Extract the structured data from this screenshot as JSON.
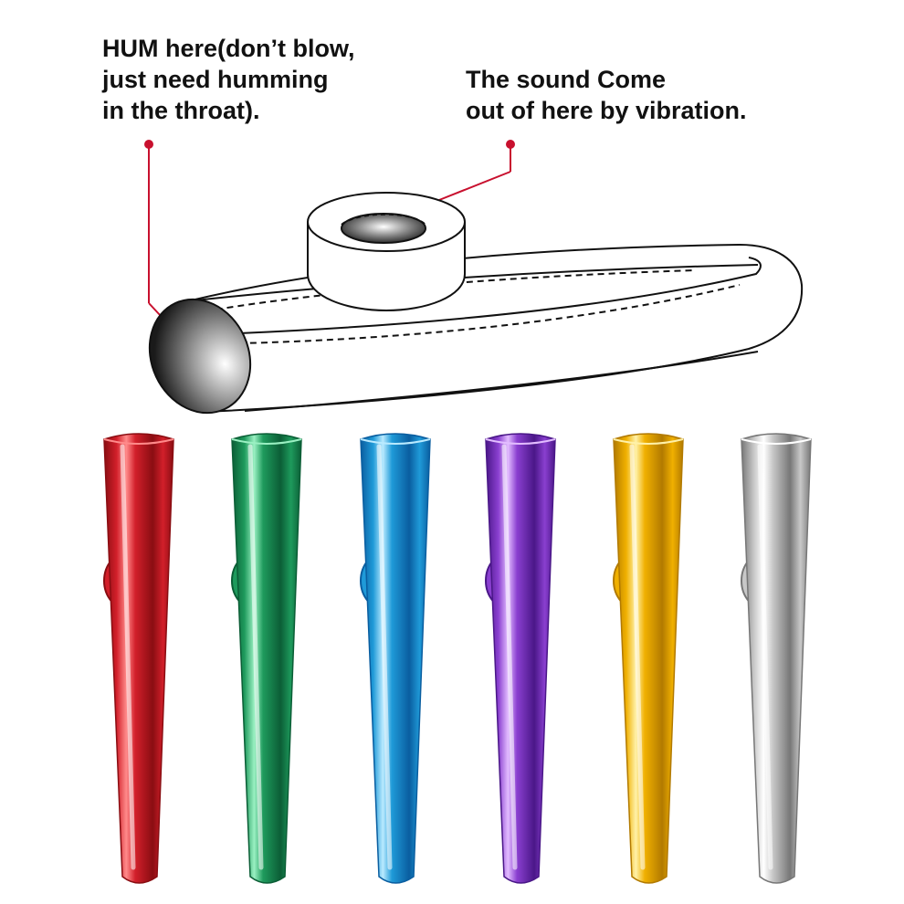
{
  "annotations": {
    "hum": {
      "lines": [
        "HUM here(don’t blow,",
        "just need humming",
        "in the throat)."
      ]
    },
    "sound": {
      "lines": [
        "The sound Come",
        "out of here by vibration."
      ]
    }
  },
  "diagram": {
    "subject": "kazoo-outline",
    "leader_color": "#c8102e"
  },
  "kazoos": [
    {
      "name": "red",
      "base": "#8a0d12",
      "mid": "#d21f2a",
      "light": "#ff8a8a"
    },
    {
      "name": "green",
      "base": "#0b5e36",
      "mid": "#1e9a5c",
      "light": "#9af0c2"
    },
    {
      "name": "blue",
      "base": "#0a5ea0",
      "mid": "#1f9ad8",
      "light": "#b9eaff"
    },
    {
      "name": "purple",
      "base": "#4a1788",
      "mid": "#8a3fd0",
      "light": "#e2bcff"
    },
    {
      "name": "gold",
      "base": "#b27a00",
      "mid": "#f0b000",
      "light": "#fff1a8"
    },
    {
      "name": "silver",
      "base": "#777777",
      "mid": "#c8c8c8",
      "light": "#ffffff"
    }
  ]
}
